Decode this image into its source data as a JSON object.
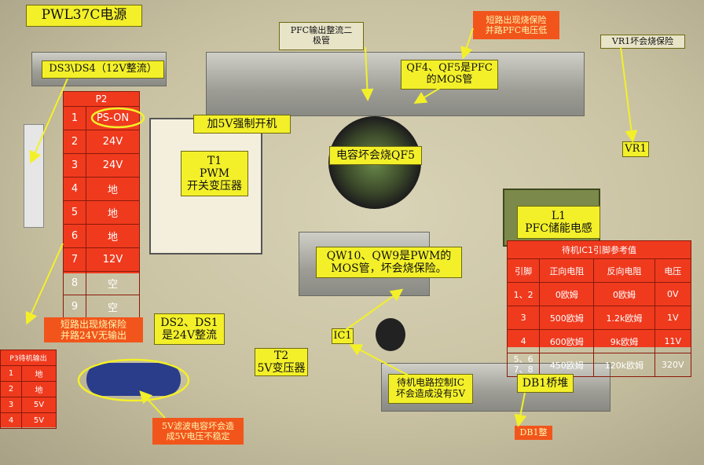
{
  "title": "PWL37C电源",
  "p2": {
    "header": "P2",
    "rows": [
      {
        "num": "1",
        "sig": "PS-ON"
      },
      {
        "num": "2",
        "sig": "24V"
      },
      {
        "num": "3",
        "sig": "24V"
      },
      {
        "num": "4",
        "sig": "地"
      },
      {
        "num": "5",
        "sig": "地"
      },
      {
        "num": "6",
        "sig": "地"
      },
      {
        "num": "7",
        "sig": "12V"
      },
      {
        "num": "8",
        "sig": "空"
      },
      {
        "num": "9",
        "sig": "空"
      }
    ]
  },
  "p3": {
    "header": "P3待机输出",
    "rows": [
      {
        "num": "1",
        "sig": "地"
      },
      {
        "num": "2",
        "sig": "地"
      },
      {
        "num": "3",
        "sig": "5V"
      },
      {
        "num": "4",
        "sig": "5V"
      }
    ]
  },
  "ic_table": {
    "title": "待机IC1引脚参考值",
    "headers": [
      "引脚",
      "正向电阻",
      "反向电阻",
      "电压"
    ],
    "rows": [
      [
        "1、2",
        "0欧姆",
        "0欧姆",
        "0V"
      ],
      [
        "3",
        "500欧姆",
        "1.2k欧姆",
        "1V"
      ],
      [
        "4",
        "600欧姆",
        "9k欧姆",
        "11V"
      ],
      [
        "5、6\n7、8",
        "450欧姆",
        "120k欧姆",
        "320V"
      ]
    ]
  },
  "labels": {
    "ds34": "DS3\\DS4（12V整流）",
    "pfc_diode": "PFC输出整流二\n极管",
    "short_pfc": "短路出现烧保险\n并路PFC电压低",
    "vr1_note": "VR1坏会烧保险",
    "qf45": "QF4、QF5是PFC\n的MOS管",
    "ps_on": "加5V强制开机",
    "t1": "T1\nPWM\n开关变压器",
    "cap_qf5": "电容坏会烧QF5",
    "vr1": "VR1",
    "l1": "L1\nPFC储能电感",
    "qw": "QW10、QW9是PWM的\nMOS管，坏会烧保险。",
    "short_24v": "短路出现烧保险\n并路24V无输出",
    "ds12": "DS2、DS1\n是24V整流",
    "ic1": "IC1",
    "t2": "T2\n5V变压器",
    "ic_ctrl": "待机电路控制IC\n坏会造成没有5V",
    "db1": "DB1桥堆",
    "cap_5v": "5V滤波电容坏会造\n成5V电压不稳定",
    "db1_b": "DB1整"
  },
  "colors": {
    "label_yellow": "#f3f02a",
    "table_red": "#ef3a1e",
    "arrow": "#f3f02a"
  }
}
